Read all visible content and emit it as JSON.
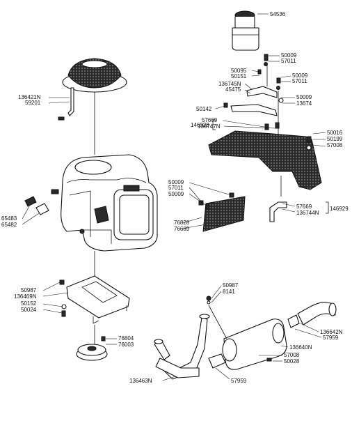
{
  "colors": {
    "ink": "#111111",
    "dark_fill": "#2a2a2a",
    "background": "#ffffff"
  },
  "labels": {
    "l54536": "54536",
    "l50009_a": "50009",
    "l57011_a": "57011",
    "l50095": "50095",
    "l50151": "50151",
    "l50009_b": "50009",
    "l57011_b": "57011",
    "l136745N": "136745N",
    "l45475": "45475",
    "l50009_c": "50009",
    "l13674": "13674",
    "l50142": "50142",
    "l57669_a": "57669",
    "l146928": "146928",
    "l136747N": "136747N",
    "l50016": "50016",
    "l50199": "50199",
    "l57008_a": "57008",
    "l136421N": "136421N",
    "l59201": "59201",
    "l50009_d": "50009",
    "l57011_c": "57011",
    "l50009_e": "50009",
    "l57669_b": "57669",
    "l136744N": "136744N",
    "l146929": "146929",
    "l65483": "65483",
    "l65482": "65482",
    "l76828": "76828",
    "l76689": "76689",
    "l50987_a": "50987",
    "l136469N": "136469N",
    "l50152": "50152",
    "l50024": "50024",
    "l50987_b": "50987",
    "l8141": "8141",
    "l136642N": "136642N",
    "l57959_a": "57959",
    "l76804": "76804",
    "l76003": "76003",
    "l136640N": "136640N",
    "l57008_b": "57008",
    "l50028": "50028",
    "l136463N": "136463N",
    "l57959_b": "57959"
  }
}
